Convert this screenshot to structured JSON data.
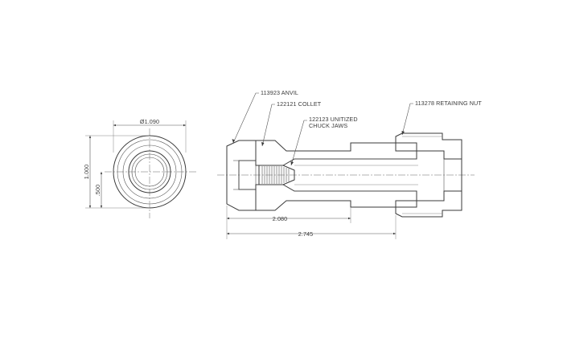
{
  "dimensions": {
    "diameter": "Ø1.090",
    "height": "1.000",
    "half_height": ".500",
    "length_inner": "2.080",
    "length_overall": "2.745"
  },
  "callouts": {
    "anvil": "113923 ANVIL",
    "collet": "122121 COLLET",
    "jaws_line1": "122123 UNITIZED",
    "jaws_line2": "CHUCK JAWS",
    "retaining_nut": "113278 RETAINING NUT"
  },
  "colors": {
    "line": "#3a3a3a",
    "background": "#ffffff"
  }
}
